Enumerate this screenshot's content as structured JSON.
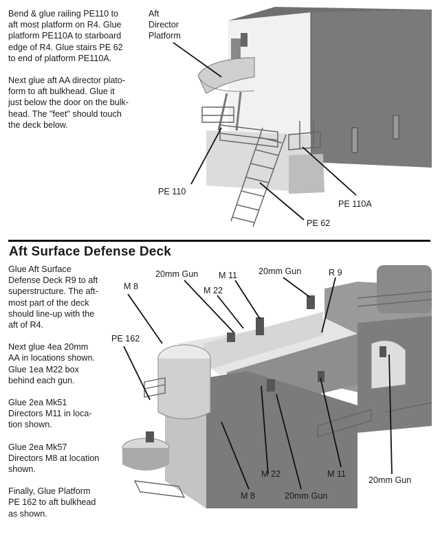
{
  "top_instructions": {
    "paragraph_1": "Bend & glue railing PE110 to\naft most platform on R4. Glue\nplatform PE110A to starboard\nedge of R4. Glue stairs PE 62\nto end of platform PE110A.",
    "paragraph_2": "Next glue aft AA director plato-\nform to aft bulkhead. Glue it\njust below the door on the bulk-\nhead. The \"feet\" should touch\nthe deck below."
  },
  "top_labels": {
    "aft_director": "Aft\nDirector\nPlatform",
    "pe110": "PE 110",
    "pe110a": "PE 110A",
    "pe62": "PE 62"
  },
  "section": {
    "heading": "Aft Surface Defense Deck"
  },
  "bottom_instructions": {
    "paragraph_1": "Glue Aft Surface\nDefense Deck R9 to aft\nsuperstructure. The aft-\nmost part of the deck\nshould line-up with the\naft of R4.",
    "paragraph_2": "Next glue 4ea 20mm\nAA in locations shown.\nGlue 1ea M22 box\nbehind each gun.",
    "paragraph_3": "Glue 2ea Mk51\nDirectors M11 in loca-\ntion shown.",
    "paragraph_4": "Glue 2ea Mk57\nDirectors M8 at location\nshown.",
    "paragraph_5": "Finally, Glue Platform\nPE 162 to aft bulkhead\nas shown."
  },
  "bottom_labels": {
    "gun_top_left": "20mm Gun",
    "m11_top": "M 11",
    "gun_top_right": "20mm Gun",
    "r9": "R 9",
    "m8_top": "M 8",
    "m22_top": "M 22",
    "pe162": "PE 162",
    "m22_bottom": "M 22",
    "m11_bottom": "M 11",
    "gun_bottom_right": "20mm Gun",
    "m8_bottom": "M 8",
    "gun_bottom": "20mm Gun"
  }
}
